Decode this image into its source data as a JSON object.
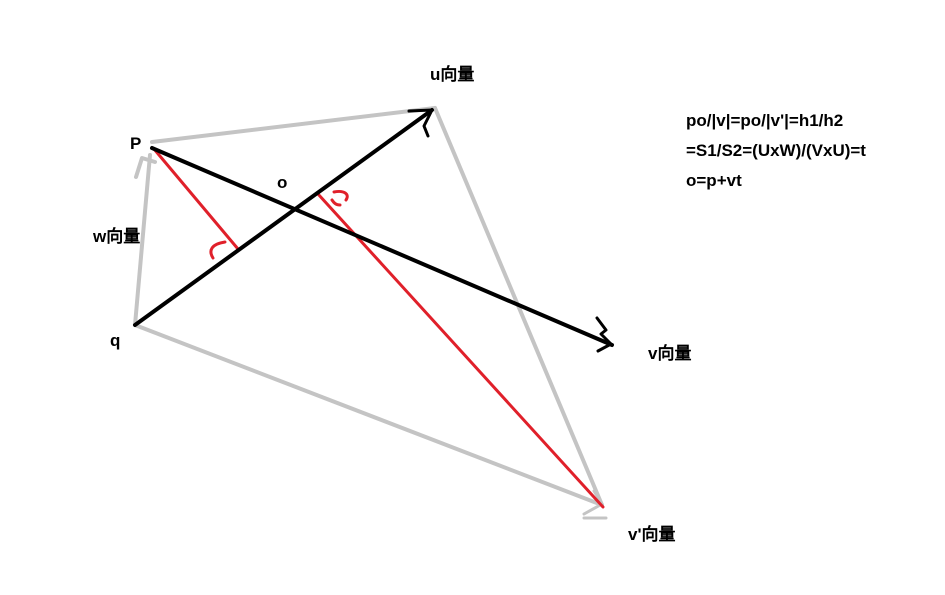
{
  "labels": {
    "u": "u向量",
    "v": "v向量",
    "v_prime": "v'向量",
    "w": "w向量",
    "P": "P",
    "q": "q",
    "o": "o"
  },
  "formula": [
    "po/|v|=po/|v'|=h1/h2",
    "=S1/S2=(UxW)/(VxU)=t",
    "o=p+vt"
  ],
  "colors": {
    "black_line": "#000000",
    "red_line": "#e0202a",
    "gray_line": "#c4c4c4"
  }
}
